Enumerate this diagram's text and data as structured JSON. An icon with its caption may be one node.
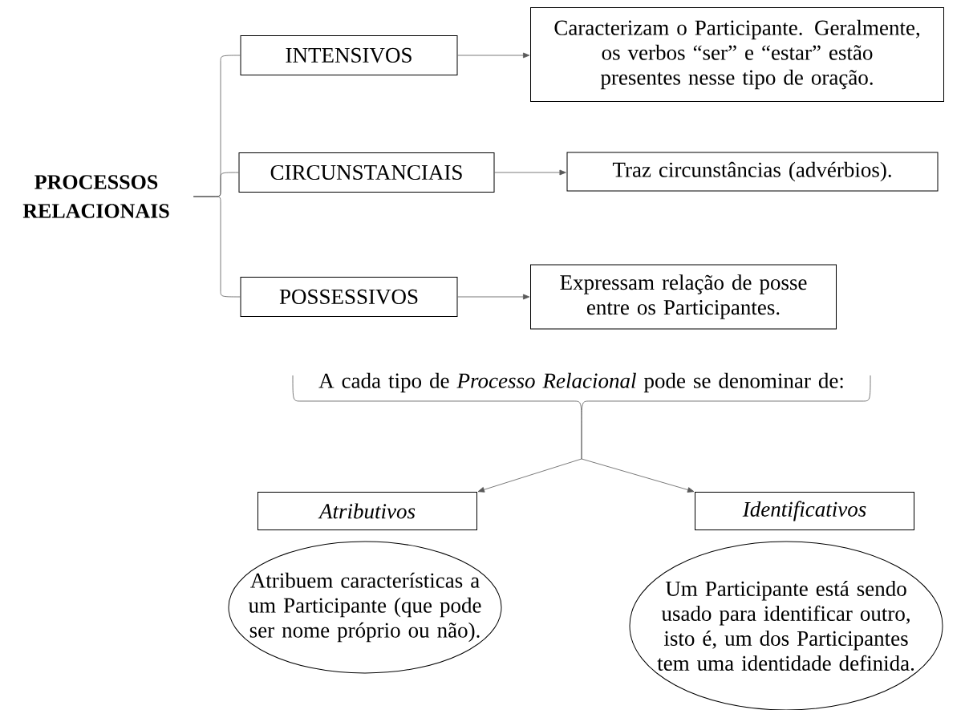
{
  "diagram": {
    "nodes": [
      {
        "text": [
          "PROCESSOS RELACIONAIS"
        ]
      },
      {
        "text": [
          "INTENSIVOS"
        ]
      },
      {
        "text": [
          "CIRCUNSTANCIAIS"
        ]
      },
      {
        "text": [
          "POSSESSIVOS"
        ]
      },
      {
        "text": [
          "Caracterizam o Participante. Geralmente, os verbos “ser” e “estar” estão presentes nesse tipo de oração."
        ]
      },
      {
        "text": [
          "Traz circunstâncias (advérbios)."
        ]
      },
      {
        "text": [
          "Expressam relação de posse entre os Participantes."
        ]
      },
      {
        "text": [
          "A cada tipo de *Processo Relacional* pode se denominar de:"
        ]
      },
      {
        "text": [
          "Atributivos"
        ]
      },
      {
        "text": [
          "Identificativos"
        ]
      },
      {
        "text": [
          "Atribuem características a um Participante (que pode ser nome próprio ou não)."
        ]
      },
      {
        "text": [
          "Um Participante está sendo usado para identificar outro, isto é, um dos Participantes tem uma identidade definida."
        ]
      }
    ],
    "edges": [
      {
        "from": 0,
        "to": 1,
        "arrow": "none"
      },
      {
        "from": 0,
        "to": 2,
        "arrow": "none"
      },
      {
        "from": 0,
        "to": 3,
        "arrow": "none"
      },
      {
        "from": 1,
        "to": 4,
        "arrow": "to"
      },
      {
        "from": 2,
        "to": 5,
        "arrow": "to"
      },
      {
        "from": 3,
        "to": 6,
        "arrow": "to"
      },
      {
        "from": 7,
        "to": 8,
        "arrow": "to"
      },
      {
        "from": 7,
        "to": 9,
        "arrow": "to"
      }
    ]
  }
}
